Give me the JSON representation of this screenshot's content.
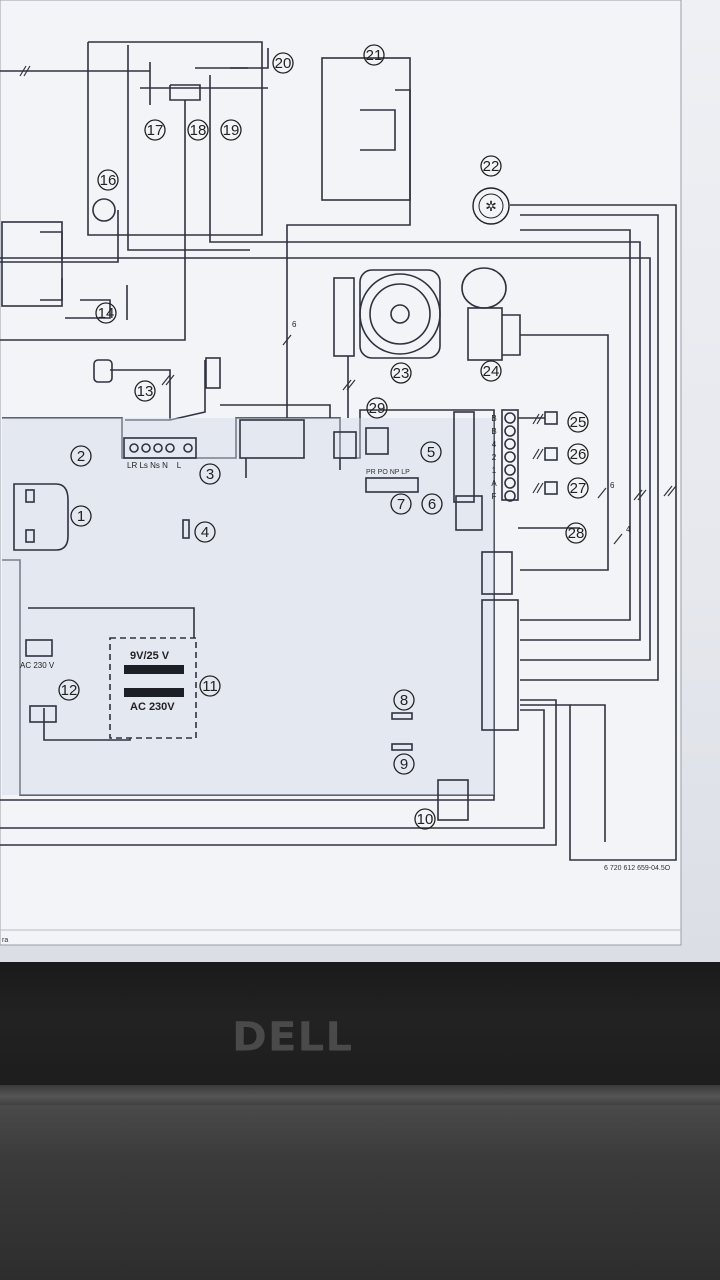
{
  "brand": {
    "name": "DELL"
  },
  "diagram": {
    "component_numbers": [
      "1",
      "2",
      "3",
      "4",
      "5",
      "6",
      "7",
      "8",
      "9",
      "10",
      "11",
      "12",
      "13",
      "14",
      "16",
      "17",
      "18",
      "19",
      "20",
      "21",
      "22",
      "23",
      "24",
      "25",
      "26",
      "27",
      "28",
      "29"
    ],
    "labels": {
      "ac230v_top": "AC 230 V",
      "transformer_low": "9V/25 V",
      "transformer_high": "AC 230V",
      "terminal_block": "LR Ls Ns N    L",
      "jumper_pins": "PR PO NP LP",
      "right_terminals": [
        "B",
        "B",
        "4",
        "2",
        "1",
        "A",
        "F"
      ],
      "wire_count_6a": "6",
      "wire_count_6b": "6",
      "wire_count_4": "4",
      "doc_ref": "6 720 612 659-04.5O",
      "corner_text": "ra"
    }
  }
}
